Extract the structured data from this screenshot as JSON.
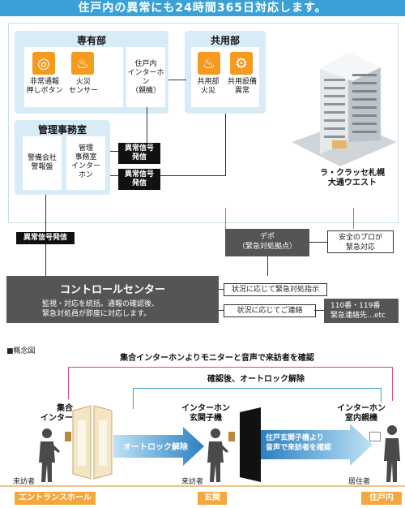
{
  "header": {
    "title": "住戸内の異常にも24時間365日対応します。"
  },
  "top_section": {
    "private_area": {
      "label": "専有部",
      "items": [
        {
          "icon": "bell-button-icon",
          "label": "非常通報\n押しボタン"
        },
        {
          "icon": "flame-icon",
          "label": "火災\nセンサー"
        },
        {
          "label": "住戸内\nインターホン\n（親機）"
        }
      ]
    },
    "common_area": {
      "label": "共用部",
      "items": [
        {
          "icon": "flame-icon",
          "label": "共用部\n火災"
        },
        {
          "icon": "equipment-icon",
          "label": "共用設備\n異常"
        }
      ]
    },
    "management": {
      "label": "管理事務室",
      "items": [
        {
          "label": "警備会社\n警報盤"
        },
        {
          "label": "管理\n事務室\nインター\nホン"
        }
      ],
      "tags": [
        "異常信号\n発信",
        "異常信号\n発信"
      ]
    },
    "building_caption": "ラ・クラッセ札幌\n大通ウエスト"
  },
  "middle_section": {
    "signal_tag": "異常信号発信",
    "depot": "デポ\n（緊急対処拠点）",
    "pro": "安全のプロが\n緊急対応",
    "control_center": {
      "title": "コントロールセンター",
      "desc": "監視・対応を統括。通報の確認後、\n緊急対処員が即座に対応します。"
    },
    "actions": [
      "状況に応じて緊急対処指示",
      "状況に応じてご連絡"
    ],
    "emergency": "110番・119番\n緊急連絡先…etc"
  },
  "bottom_section": {
    "concept_label": "■概念図",
    "flow_top": "集合インターホンよりモニターと音声で来訪者を確認",
    "flow_mid": "確認後、オートロック解除",
    "arrow1": "オートロック解除",
    "arrow2": "住戸玄関子機より\n音声で来訪者を確認",
    "devices": [
      {
        "label": "集合\nインターホン"
      },
      {
        "label": "インターホン\n玄関子機"
      },
      {
        "label": "インターホン\n室内親機"
      }
    ],
    "people": [
      "来訪者",
      "来訪者",
      "居住者"
    ],
    "locations": [
      "エントランスホール",
      "玄関",
      "住戸内"
    ]
  },
  "colors": {
    "accent_blue": "#3aa1d6",
    "orange": "#f39a1f",
    "pink": "#e8417f",
    "dark_gray": "#555555"
  }
}
